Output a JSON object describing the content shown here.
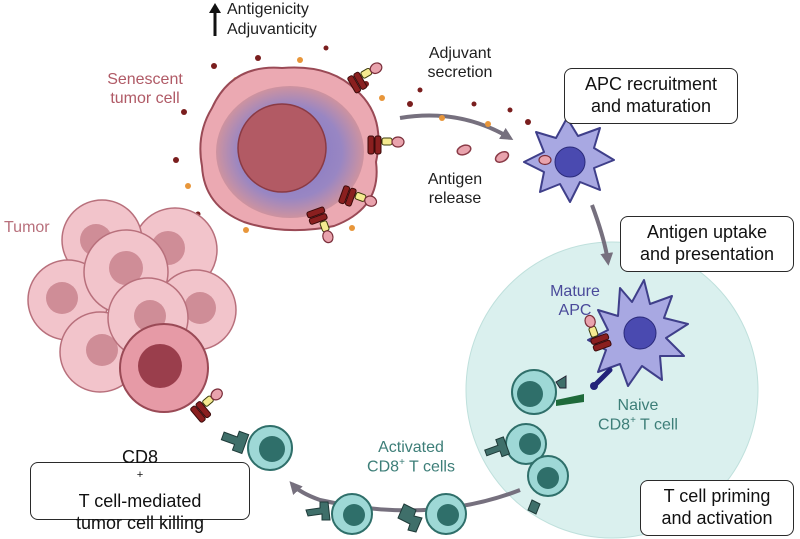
{
  "labels": {
    "antigenicity": "Antigenicity",
    "adjuvanticity": "Adjuvanticity",
    "senescent_line1": "Senescent",
    "senescent_line2": "tumor cell",
    "adjuvant_line1": "Adjuvant",
    "adjuvant_line2": "secretion",
    "antigen_line1": "Antigen",
    "antigen_line2": "release",
    "tumor": "Tumor",
    "mature_line1": "Mature",
    "mature_line2": "APC",
    "naive_line1": "Naive",
    "naive_line2_pre": "CD8",
    "naive_line2_post": " T cell",
    "activated_line1": "Activated",
    "activated_line2_pre": "CD8",
    "activated_line2_post": " T cells",
    "plus": "+"
  },
  "boxes": {
    "apc_recruitment_line1": "APC recruitment",
    "apc_recruitment_line2": "and maturation",
    "antigen_uptake_line1": "Antigen uptake",
    "antigen_uptake_line2": "and presentation",
    "priming_line1": "T cell priming",
    "priming_line2": "and activation",
    "killing_line1_pre": "CD8",
    "killing_line1_post": " T cell-mediated",
    "killing_line2": "tumor cell killing"
  },
  "colors": {
    "senescent_text": "#b05a66",
    "tumor_text": "#b8707c",
    "apc_text": "#4a4a9a",
    "tcell_text": "#3d7e78",
    "region_fill": "#daf0ee",
    "apc_fill": "#a8a8e2",
    "tcell_fill": "#9ed8d6",
    "tumor_fill": "#f2c4cb",
    "arrow": "#76707e"
  },
  "icons": {
    "up_arrow": "up-arrow-icon"
  }
}
